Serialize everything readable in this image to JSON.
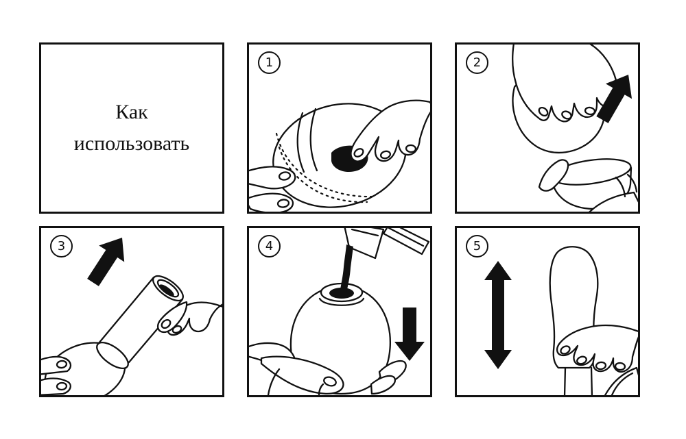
{
  "title": {
    "line1": "Как",
    "line2": "использовать"
  },
  "steps": [
    {
      "number": "1",
      "name": "peel-open-film"
    },
    {
      "number": "2",
      "name": "twist-off-top"
    },
    {
      "number": "3",
      "name": "pull-out-inner-tube"
    },
    {
      "number": "4",
      "name": "pour-lubricant"
    },
    {
      "number": "5",
      "name": "stroke-up-and-down"
    }
  ],
  "colors": {
    "ink": "#111111",
    "background": "#ffffff"
  }
}
